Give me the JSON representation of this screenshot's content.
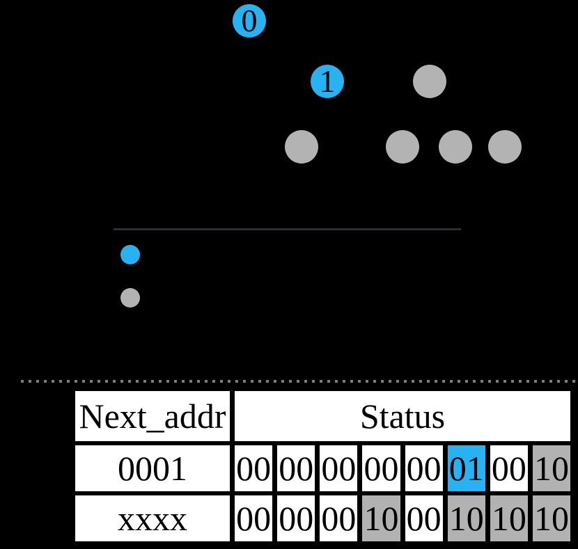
{
  "colors": {
    "background": "#000000",
    "accent_blue": "#29b2f2",
    "node_gray": "#b3b3b3",
    "cell_gray": "#b2b2b2",
    "cell_white": "#ffffff",
    "separator_dot_gray": "#7d7d7d",
    "legend_line_dark": "#2a3032",
    "text_black": "#000000"
  },
  "tree": {
    "nodes": [
      {
        "label": "0",
        "color": "blue"
      },
      {
        "label": "1",
        "color": "blue"
      },
      {
        "label": "",
        "color": "gray"
      },
      {
        "label": "",
        "color": "gray"
      },
      {
        "label": "",
        "color": "gray"
      },
      {
        "label": "",
        "color": "gray"
      },
      {
        "label": "",
        "color": "gray"
      }
    ]
  },
  "legend": {
    "items": [
      {
        "swatch": "blue"
      },
      {
        "swatch": "gray"
      }
    ]
  },
  "table": {
    "headers": {
      "next_addr": "Next_addr",
      "status": "Status"
    },
    "rows": [
      {
        "next_addr": "0001",
        "status": [
          {
            "value": "00",
            "bg": "white"
          },
          {
            "value": "00",
            "bg": "white"
          },
          {
            "value": "00",
            "bg": "white"
          },
          {
            "value": "00",
            "bg": "white"
          },
          {
            "value": "00",
            "bg": "white"
          },
          {
            "value": "01",
            "bg": "blue"
          },
          {
            "value": "00",
            "bg": "white"
          },
          {
            "value": "10",
            "bg": "gray"
          }
        ]
      },
      {
        "next_addr": "xxxx",
        "status": [
          {
            "value": "00",
            "bg": "white"
          },
          {
            "value": "00",
            "bg": "white"
          },
          {
            "value": "00",
            "bg": "white"
          },
          {
            "value": "10",
            "bg": "gray"
          },
          {
            "value": "00",
            "bg": "white"
          },
          {
            "value": "10",
            "bg": "gray"
          },
          {
            "value": "10",
            "bg": "gray"
          },
          {
            "value": "10",
            "bg": "gray"
          }
        ]
      }
    ]
  }
}
